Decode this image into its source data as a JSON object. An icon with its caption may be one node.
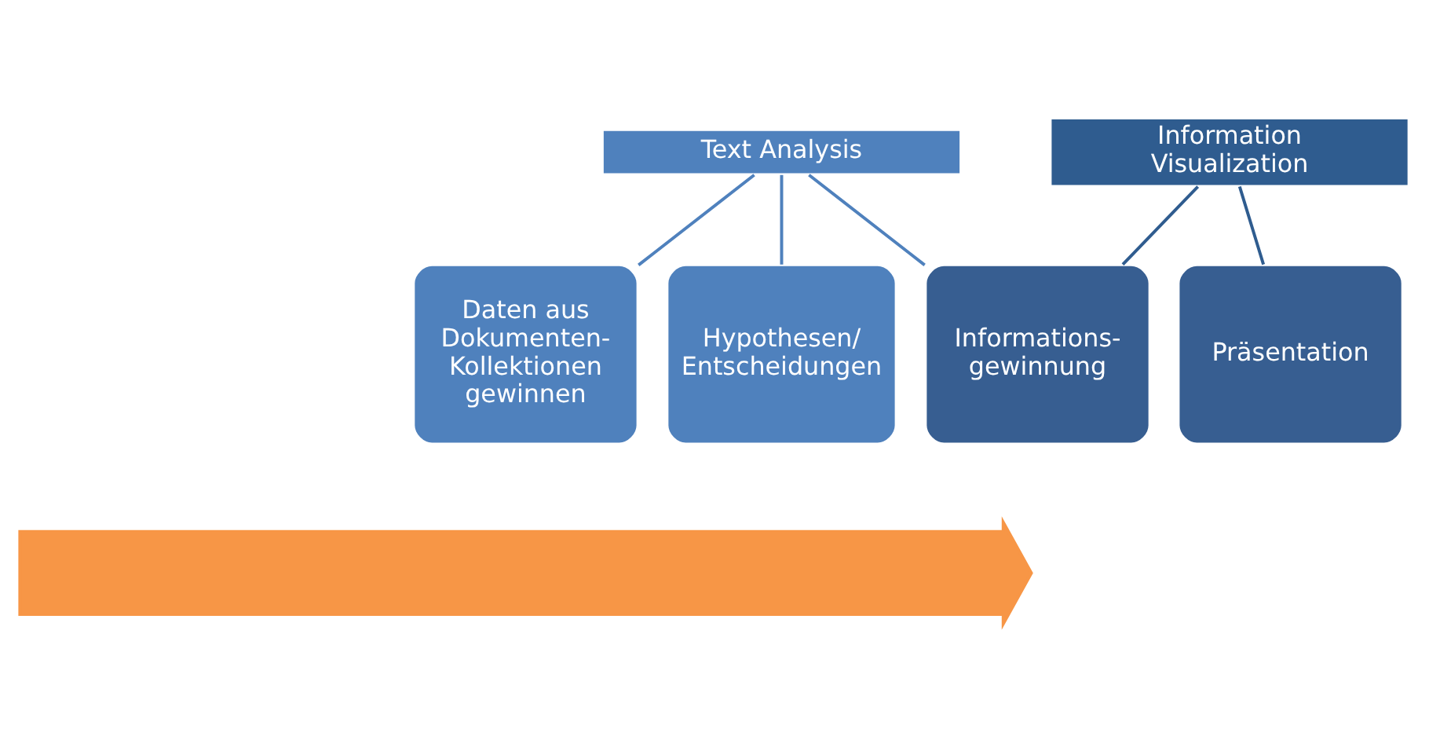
{
  "diagram": {
    "nodes": [
      {
        "text": [],
        "shape": "arrow"
      },
      {
        "text": [
          "Text Analysis"
        ]
      },
      {
        "text": [
          "Information Visualization"
        ]
      },
      {
        "text": [
          "Daten aus Dokumenten- Kollektionen gewinnen"
        ]
      },
      {
        "text": [
          "Präsentation"
        ]
      },
      {
        "text": [
          "Informations- gewinnung"
        ]
      },
      {
        "text": [
          "Hypothesen/ Entscheidungen"
        ]
      }
    ],
    "edges": [
      {
        "from": 1,
        "to": 3,
        "arrow": "none"
      },
      {
        "from": 1,
        "to": 5,
        "arrow": "none"
      },
      {
        "from": 1,
        "to": 6,
        "arrow": "none"
      },
      {
        "from": 2,
        "to": 4,
        "arrow": "none",
        "color": "#2f5c8f"
      },
      {
        "from": 2,
        "to": 5,
        "arrow": "none",
        "color": "#2f5c8f"
      }
    ]
  }
}
